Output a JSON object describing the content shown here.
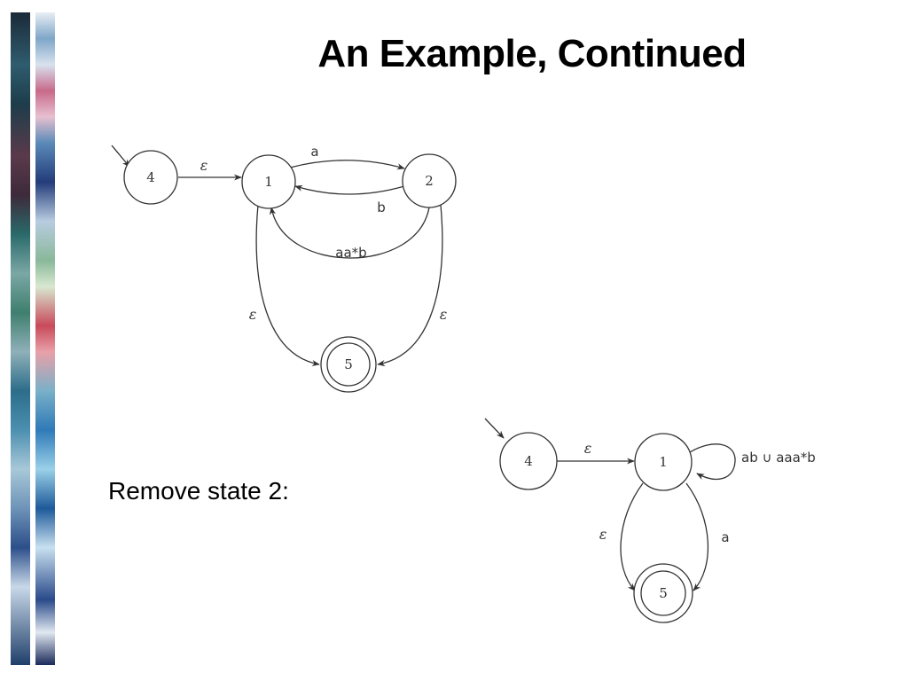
{
  "slide": {
    "title": "An Example, Continued",
    "caption": "Remove state 2:"
  },
  "diagram_before": {
    "states": [
      {
        "id": "4",
        "label": "4",
        "start": true,
        "accepting": false
      },
      {
        "id": "1",
        "label": "1",
        "start": false,
        "accepting": false
      },
      {
        "id": "2",
        "label": "2",
        "start": false,
        "accepting": false
      },
      {
        "id": "5",
        "label": "5",
        "start": false,
        "accepting": true
      }
    ],
    "edges": [
      {
        "from": "4",
        "to": "1",
        "label": "ε"
      },
      {
        "from": "1",
        "to": "2",
        "label": "a"
      },
      {
        "from": "2",
        "to": "1",
        "label": "b"
      },
      {
        "from": "2",
        "to": "1",
        "label": "aa*b"
      },
      {
        "from": "1",
        "to": "5",
        "label": "ε"
      },
      {
        "from": "2",
        "to": "5",
        "label": "ε"
      }
    ]
  },
  "diagram_after": {
    "states": [
      {
        "id": "4",
        "label": "4",
        "start": true,
        "accepting": false
      },
      {
        "id": "1",
        "label": "1",
        "start": false,
        "accepting": false
      },
      {
        "id": "5",
        "label": "5",
        "start": false,
        "accepting": true
      }
    ],
    "edges": [
      {
        "from": "4",
        "to": "1",
        "label": "ε"
      },
      {
        "from": "1",
        "to": "1",
        "label": "ab ∪ aaa*b"
      },
      {
        "from": "1",
        "to": "5",
        "label": "ε"
      },
      {
        "from": "1",
        "to": "5",
        "label": "a"
      }
    ]
  }
}
